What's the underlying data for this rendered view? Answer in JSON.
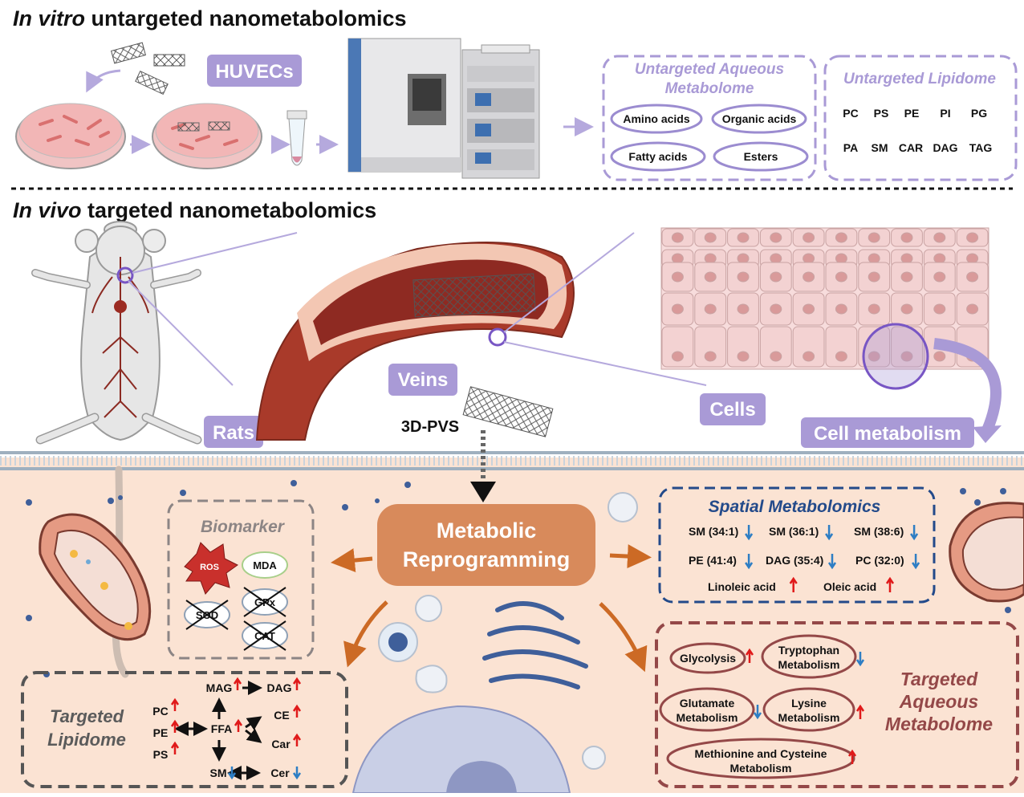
{
  "headings": {
    "invitro_italic": "In vitro",
    "invitro_rest": " untargeted nanometabolomics",
    "invivo_italic": "In vivo",
    "invivo_rest": " targeted nanometabolomics"
  },
  "labels": {
    "huvecs": "HUVECs",
    "veins": "Veins",
    "rats": "Rats",
    "cells": "Cells",
    "cell_metabolism": "Cell metabolism",
    "pvs": "3D-PVS",
    "metabolic_line1": "Metabolic",
    "metabolic_line2": "Reprogramming"
  },
  "aqueous": {
    "title_line1": "Untargeted Aqueous",
    "title_line2": "Metabolome",
    "items": [
      "Amino acids",
      "Organic acids",
      "Fatty acids",
      "Esters"
    ]
  },
  "lipidome": {
    "title": "Untargeted Lipidome",
    "row1": [
      "PC",
      "PS",
      "PE",
      "PI",
      "PG"
    ],
    "row2": [
      "PA",
      "SM",
      "CAR",
      "DAG",
      "TAG"
    ]
  },
  "biomarker": {
    "title": "Biomarker",
    "ros": "ROS",
    "mda": "MDA",
    "sod": "SOD",
    "gpx": "GPx",
    "cat": "CAT"
  },
  "spatial": {
    "title": "Spatial Metabolomics",
    "items": [
      {
        "label": "SM (34:1)",
        "dir": "down"
      },
      {
        "label": "SM (36:1)",
        "dir": "down"
      },
      {
        "label": "SM (38:6)",
        "dir": "down"
      },
      {
        "label": "PE (41:4)",
        "dir": "down"
      },
      {
        "label": "DAG (35:4)",
        "dir": "down"
      },
      {
        "label": "PC (32:0)",
        "dir": "down"
      },
      {
        "label": "Linoleic acid",
        "dir": "up"
      },
      {
        "label": "Oleic acid",
        "dir": "up"
      }
    ]
  },
  "targeted_lipidome": {
    "title_line1": "Targeted",
    "title_line2": "Lipidome",
    "pc": "PC",
    "pe": "PE",
    "ps": "PS",
    "mag": "MAG",
    "dag": "DAG",
    "ffa": "FFA",
    "ce": "CE",
    "car": "Car",
    "sm": "SM",
    "cer": "Cer"
  },
  "targeted_aqueous": {
    "title_line1": "Targeted",
    "title_line2": "Aqueous",
    "title_line3": "Metabolome",
    "glycolysis": "Glycolysis",
    "trp_line1": "Tryptophan",
    "trp_line2": "Metabolism",
    "glu_line1": "Glutamate",
    "glu_line2": "Metabolism",
    "lys_line1": "Lysine",
    "lys_line2": "Metabolism",
    "met_line1": "Methionine and Cysteine",
    "met_line2": "Metabolism"
  },
  "colors": {
    "purple": "#a99ad6",
    "purple_dark": "#8b78cc",
    "orange": "#d88a5b",
    "arrow_orange": "#cc6a25",
    "up": "#e01a1a",
    "down": "#2e7ec4",
    "bg_peach": "#fbe3d3",
    "navy": "#234a8a",
    "maroon": "#944848"
  }
}
